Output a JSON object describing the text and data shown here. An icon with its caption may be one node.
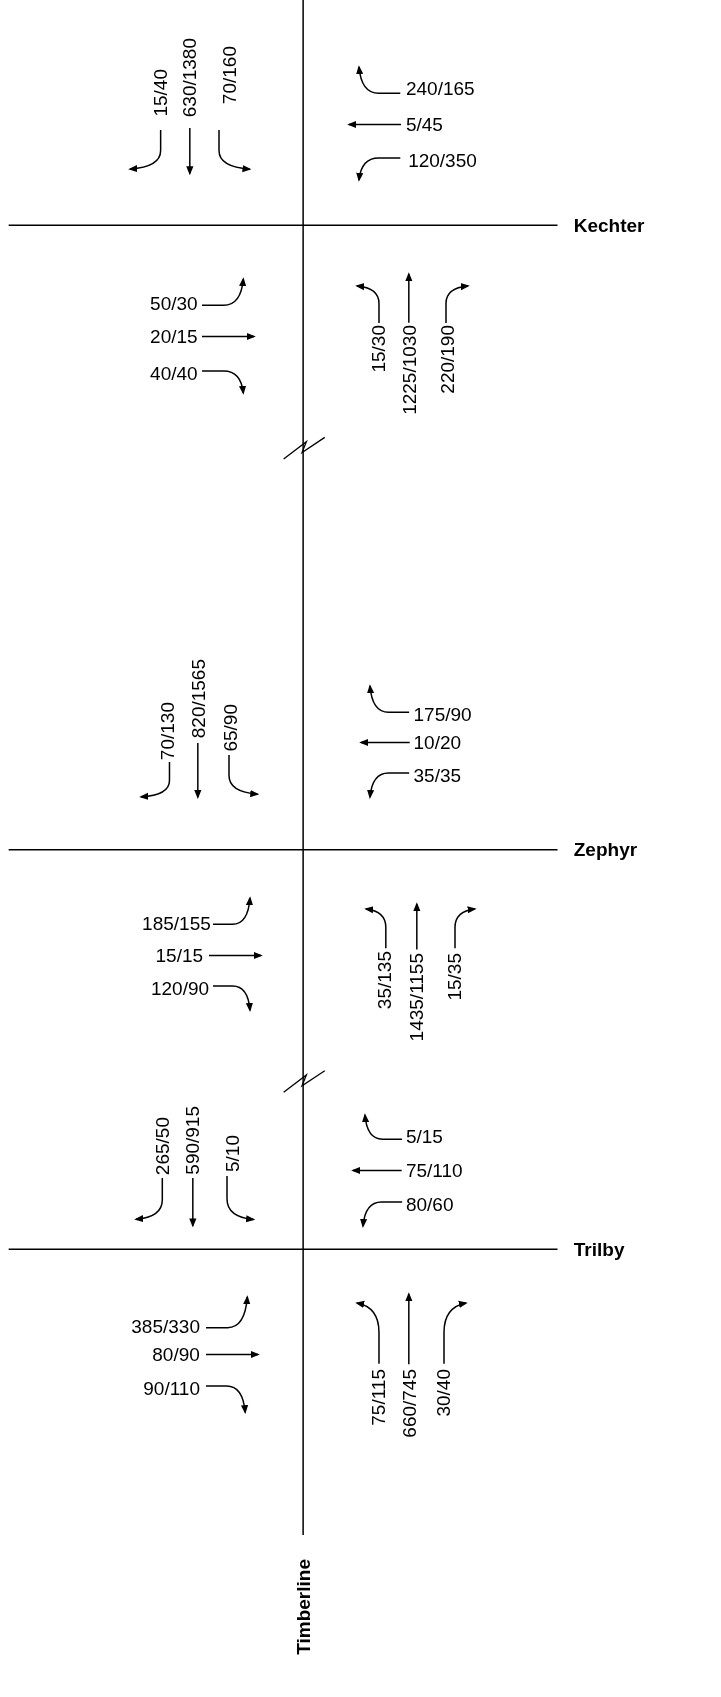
{
  "diagram": {
    "labels": [
      "15/40",
      "630/1380",
      "70/160",
      "240/165",
      "5/45",
      "120/350",
      "Kechter",
      "50/30",
      "20/15",
      "40/40",
      "15/30",
      "1225/1030",
      "220/190",
      "70/130",
      "820/1565",
      "65/90",
      "175/90",
      "10/20",
      "35/35",
      "Zephyr",
      "185/155",
      "15/15",
      "120/90",
      "35/135",
      "1435/1155",
      "15/35",
      "265/50",
      "590/915",
      "5/10",
      "5/15",
      "75/110",
      "80/60",
      "Trilby",
      "385/330",
      "80/90",
      "90/110",
      "75/115",
      "660/745",
      "30/40",
      "Timberline"
    ]
  }
}
